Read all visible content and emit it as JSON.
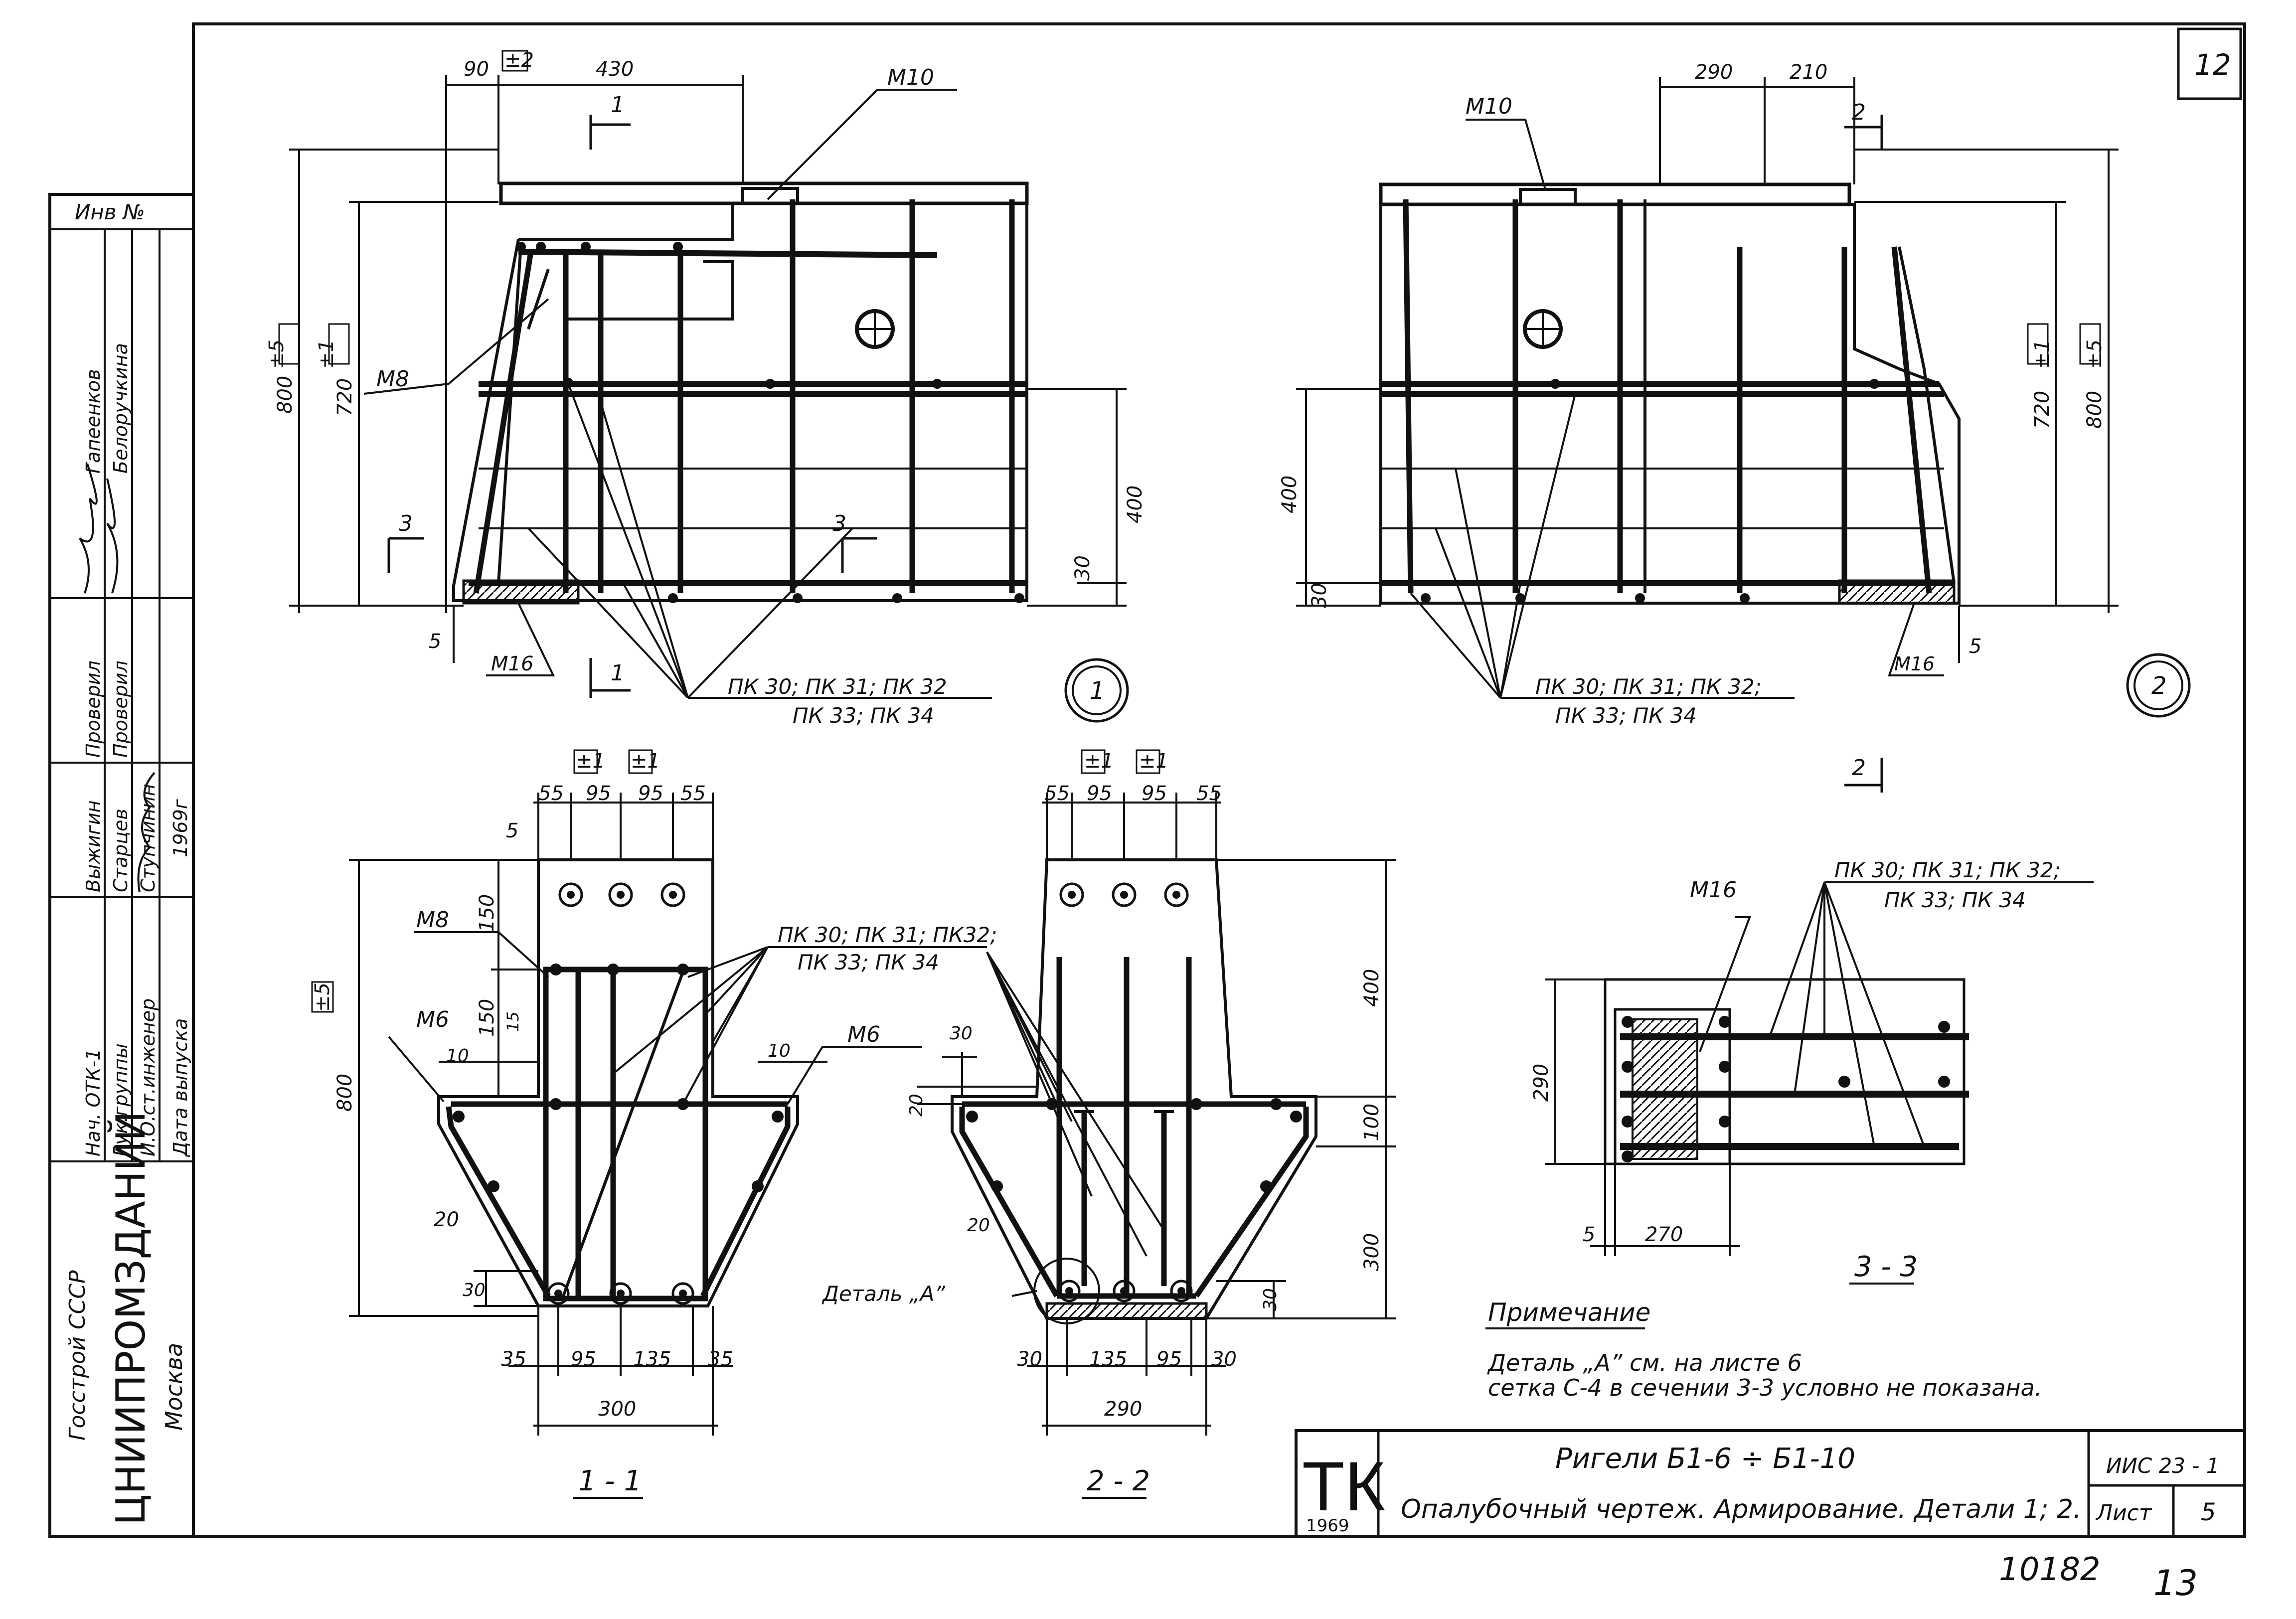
{
  "sheet": {
    "page_no": "12",
    "bottom_number": "10182",
    "bottom_sheet": "13"
  },
  "left_stamp": {
    "inv_no": "Инв №",
    "org_top": "Госстрой СССР",
    "org_name": "ЦНИИПРОМЗДАНИЙ",
    "org_city": "Москва",
    "roles": [
      "Нач. ОТК-1",
      "Рук.группы",
      "И.О.ст.инженер",
      "Дата выпуска"
    ],
    "checked": [
      "Выжигин",
      "Проверил",
      "Проверил"
    ],
    "names": [
      "Гапеенков",
      "Белоручкина",
      "Старцев",
      "Ступчинин"
    ],
    "year": "1969г"
  },
  "view1": {
    "marker": "1",
    "dims_top": [
      "90",
      "±2",
      "430"
    ],
    "tol_left": [
      "±5",
      "±1"
    ],
    "dims_left": [
      "800",
      "720"
    ],
    "dim_right_400": "400",
    "dim_30": "30",
    "dim_5": "5",
    "m10": "М10",
    "m8": "М8",
    "m16": "М16",
    "section_1": "1",
    "section_3": "3",
    "pk_line1": "ПК 30;  ПК 31;  ПК 32",
    "pk_line2": "ПК 33;  ПК 34"
  },
  "view2": {
    "marker": "2",
    "dims_top": [
      "290",
      "210"
    ],
    "tol_right": [
      "±1",
      "±5"
    ],
    "dims_right": [
      "720",
      "800"
    ],
    "dim_left_400": "400",
    "dim_30": "30",
    "dim_5": "5",
    "m10": "М10",
    "m16": "М16",
    "section_2": "2",
    "pk_line1": "ПК 30;  ПК 31;  ПК 32;",
    "pk_line2": "ПК 33;  ПК 34"
  },
  "sec11": {
    "title": "1 - 1",
    "tol": [
      "±1",
      "±1"
    ],
    "top_dims": [
      "55",
      "95",
      "95",
      "55"
    ],
    "dim_5": "5",
    "tol_left": "±5",
    "dim_800": "800",
    "dim_150a": "150",
    "dim_150b": "150",
    "dim_15": "15",
    "dim_10": "10",
    "dim_10b": "10",
    "dim_20": "20",
    "dim_30": "30",
    "m8": "М8",
    "m6a": "М6",
    "m6b": "М6",
    "bottom_dims": [
      "35",
      "95",
      "135",
      "35"
    ],
    "dim_300": "300",
    "pk_line1": "ПК 30;  ПК 31;  ПК32;",
    "pk_line2": "ПК 33;  ПК 34"
  },
  "sec22": {
    "title": "2 - 2",
    "tol": [
      "±1",
      "±1"
    ],
    "top_dims": [
      "55",
      "95",
      "95",
      "55"
    ],
    "dim_30": "30",
    "dim_20a": "20",
    "dim_20b": "20",
    "dim_30b": "30",
    "right_dims": [
      "400",
      "100",
      "300"
    ],
    "bottom_dims": [
      "30",
      "135",
      "95",
      "30"
    ],
    "dim_290": "290",
    "detail": "Деталь „А”"
  },
  "sec33": {
    "title": "3 - 3",
    "m16": "М16",
    "dim_290": "290",
    "dim_5": "5",
    "dim_270": "270",
    "pk_line1": "ПК 30;  ПК 31;  ПК 32;",
    "pk_line2": "ПК 33;  ПК 34"
  },
  "note": {
    "heading": "Примечание",
    "line1": "Деталь „А” см. на листе  6",
    "line2": "сетка С-4 в сечении  3-3  условно не показана."
  },
  "title_block": {
    "tk": "ТК",
    "tk_year": "1969",
    "title1": "Ригели  Б1-6 ÷ Б1-10",
    "title2": "Опалубочный чертеж. Армирование. Детали  1; 2.",
    "series": "ИИС 23 - 1",
    "sheet_label": "Лист",
    "sheet_no": "5"
  }
}
